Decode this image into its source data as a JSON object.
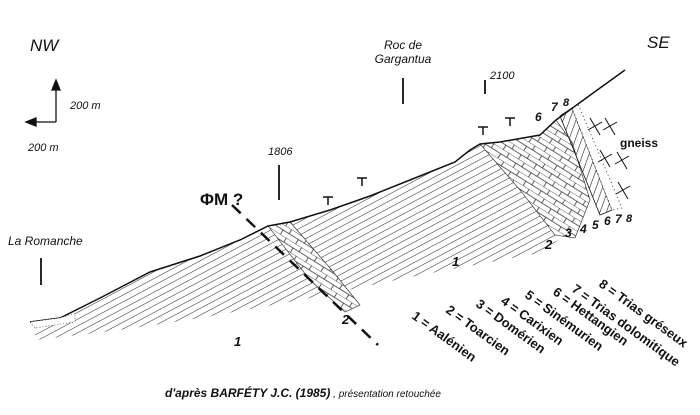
{
  "orientation": {
    "left": "NW",
    "right": "SE"
  },
  "summit_label": "Roc de Gargantua",
  "altitudes": [
    "2100",
    "1806"
  ],
  "fault_label": "ΦM ?",
  "river_label": "La Romanche",
  "rock_label": "gneiss",
  "scale": {
    "vertical": "200 m",
    "horizontal": "200 m"
  },
  "section_numbers": {
    "lower_left_1": "1",
    "dashed_2": "2",
    "middle_1": "1",
    "right_2": "2",
    "bottom": [
      "3",
      "4",
      "5",
      "6",
      "7",
      "8"
    ],
    "top": [
      "6",
      "7",
      "8"
    ]
  },
  "legend": [
    "1 = Aalénien",
    "2 = Toarcien",
    "3 = Domérien",
    "4 = Carixien",
    "5 = Sinémurien",
    "6 = Hettangien",
    "7 = Trias dolomitique",
    "8 = Trias gréseux"
  ],
  "caption": {
    "author": "d'après BARFÉTY J.C. (1985)",
    "note": " , présentation retouchée"
  }
}
